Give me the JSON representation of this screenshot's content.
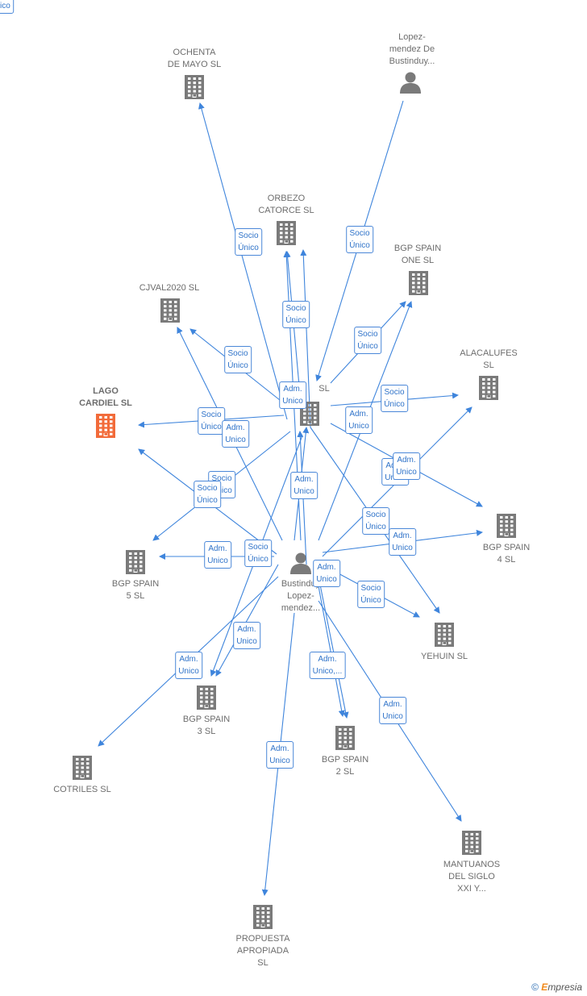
{
  "colors": {
    "edge": "#3f85dc",
    "company": "#7a7a7a",
    "highlight": "#f26b3a",
    "person": "#7a7a7a"
  },
  "nodes": [
    {
      "id": "ochenta",
      "lines": [
        "OCHENTA",
        "DE MAYO  SL"
      ],
      "type": "company"
    },
    {
      "id": "lopezmendez",
      "lines": [
        "Lopez-",
        "mendez De",
        "Bustinduy..."
      ],
      "type": "person"
    },
    {
      "id": "orbezo",
      "lines": [
        "ORBEZO",
        "CATORCE  SL"
      ],
      "type": "company"
    },
    {
      "id": "bgpone",
      "lines": [
        "BGP SPAIN",
        "ONE  SL"
      ],
      "type": "company"
    },
    {
      "id": "cjval",
      "lines": [
        "CJVAL2020  SL"
      ],
      "type": "company"
    },
    {
      "id": "alacalufes",
      "lines": [
        "ALACALUFES",
        "SL"
      ],
      "type": "company"
    },
    {
      "id": "lago",
      "lines": [
        "LAGO",
        "CARDIEL  SL"
      ],
      "type": "highlight"
    },
    {
      "id": "center",
      "lines": [
        "SL"
      ],
      "type": "company"
    },
    {
      "id": "bgp4",
      "lines": [
        "BGP SPAIN",
        "4  SL"
      ],
      "type": "company"
    },
    {
      "id": "bgp5",
      "lines": [
        "BGP SPAIN",
        "5  SL"
      ],
      "type": "company"
    },
    {
      "id": "person",
      "lines": [
        "Bustinduy",
        "Lopez-",
        "mendez..."
      ],
      "type": "person"
    },
    {
      "id": "yehuin",
      "lines": [
        "YEHUIN  SL"
      ],
      "type": "company"
    },
    {
      "id": "bgp3",
      "lines": [
        "BGP SPAIN",
        "3  SL"
      ],
      "type": "company"
    },
    {
      "id": "bgp2",
      "lines": [
        "BGP SPAIN",
        "2  SL"
      ],
      "type": "company"
    },
    {
      "id": "cotriles",
      "lines": [
        "COTRILES  SL"
      ],
      "type": "company"
    },
    {
      "id": "mantuanos",
      "lines": [
        "MANTUANOS",
        "DEL SIGLO",
        "XXI Y..."
      ],
      "type": "company"
    },
    {
      "id": "propuesta",
      "lines": [
        "PROPUESTA",
        "APROPIADA",
        "SL"
      ],
      "type": "company"
    }
  ],
  "edge_labels": [
    {
      "lines": [
        "Socio",
        "Único"
      ]
    },
    {
      "lines": [
        "Socio",
        "Único"
      ]
    },
    {
      "lines": [
        "Socio",
        "Único"
      ]
    },
    {
      "lines": [
        "Socio",
        "Único"
      ]
    },
    {
      "lines": [
        "Socio",
        "Único"
      ]
    },
    {
      "lines": [
        "Adm.",
        "Unico"
      ]
    },
    {
      "lines": [
        "Socio",
        "Único"
      ]
    },
    {
      "lines": [
        "Adm.",
        "Unico"
      ]
    },
    {
      "lines": [
        "Socio",
        "Único"
      ]
    },
    {
      "lines": [
        "Adm.",
        "Unico"
      ]
    },
    {
      "lines": [
        "Adm.",
        "Unico"
      ]
    },
    {
      "lines": [
        "Socio",
        "Único"
      ]
    },
    {
      "lines": [
        "Socio",
        "Único"
      ]
    },
    {
      "lines": [
        "Adm.",
        "Unico"
      ]
    },
    {
      "lines": [
        "Adm.",
        "Unico"
      ]
    },
    {
      "lines": [
        "Socio",
        "Único"
      ]
    },
    {
      "lines": [
        "Adm.",
        "Unico"
      ]
    },
    {
      "lines": [
        "Adm.",
        "Unico"
      ]
    },
    {
      "lines": [
        "Socio",
        "Único"
      ]
    },
    {
      "lines": [
        "Adm.",
        "Unico"
      ]
    },
    {
      "lines": [
        "Socio",
        "Único"
      ]
    },
    {
      "lines": [
        "Adm.",
        "Unico"
      ]
    },
    {
      "lines": [
        "Adm.",
        "Unico"
      ]
    },
    {
      "lines": [
        "Adm.",
        "Unico,..."
      ]
    },
    {
      "lines": [
        "Adm.",
        "Unico"
      ]
    },
    {
      "lines": [
        "Adm.",
        "Unico"
      ]
    },
    {
      "lines": [
        "Adm.",
        "Unico"
      ]
    }
  ],
  "credit": {
    "symbol": "©",
    "brand_initial": "E",
    "brand_rest": "mpresia"
  }
}
